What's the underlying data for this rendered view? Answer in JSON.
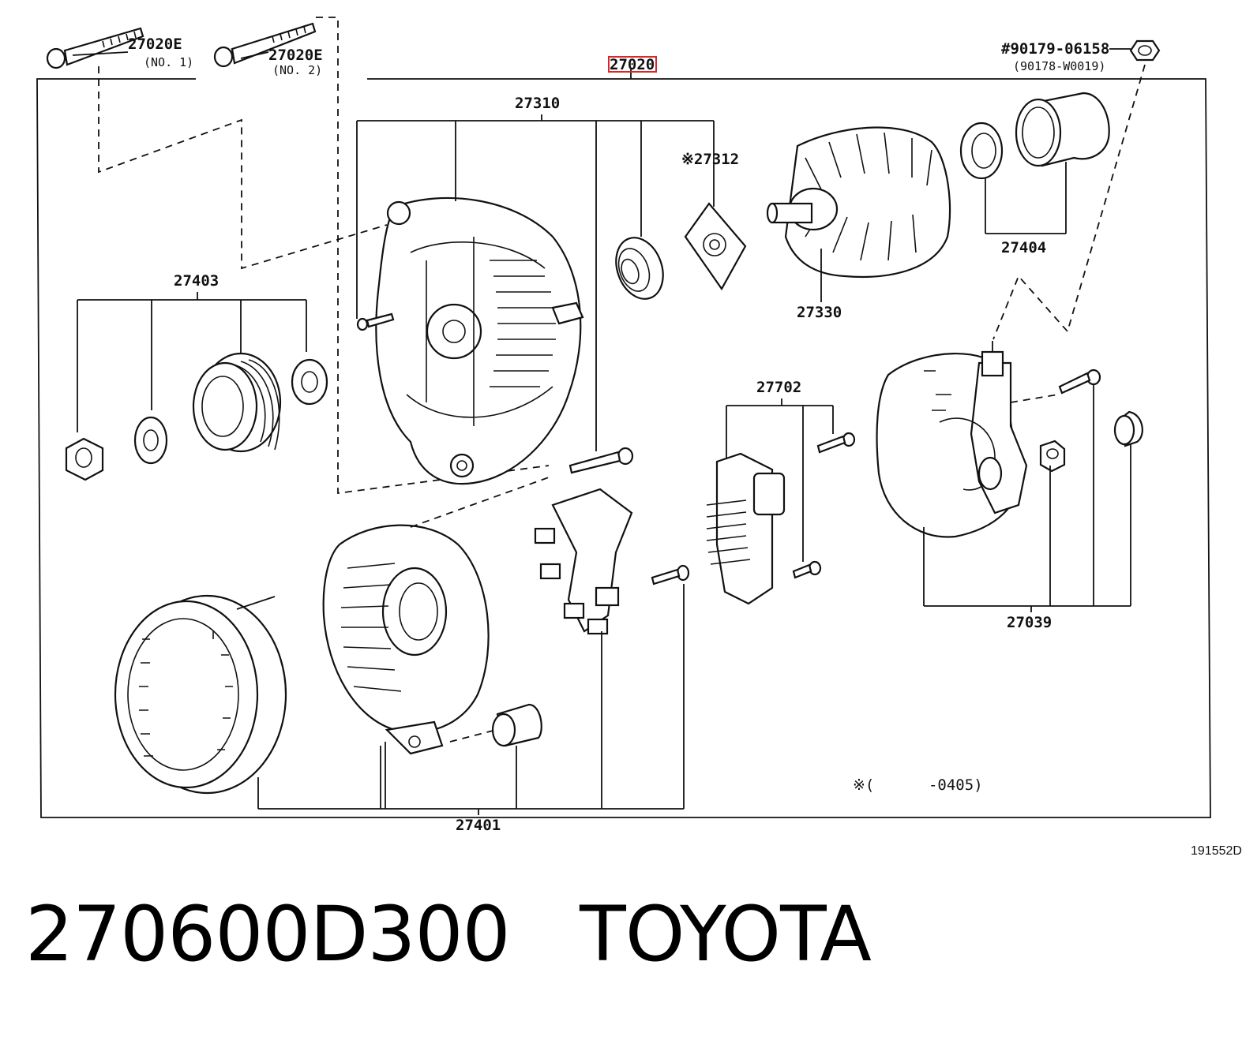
{
  "diagram": {
    "drawing_id": "191552D",
    "highlight_color": "#d9262c",
    "labels": {
      "assembly": "27020",
      "bolt1_num": "27020E",
      "bolt1_sub": "(NO. 1)",
      "bolt2_num": "27020E",
      "bolt2_sub": "(NO. 2)",
      "nut_num": "#90179-06158",
      "nut_alt": "(90178-W0019)",
      "drive_frame": "27310",
      "plate": "※27312",
      "rotor": "27330",
      "bearing_set": "27404",
      "pulley_set": "27403",
      "regulator": "27702",
      "rear_cover": "27039",
      "stator_set": "27401",
      "footnote": "※(      -0405)"
    }
  },
  "caption": {
    "part_number": "270600D300",
    "brand": "TOYOTA"
  }
}
